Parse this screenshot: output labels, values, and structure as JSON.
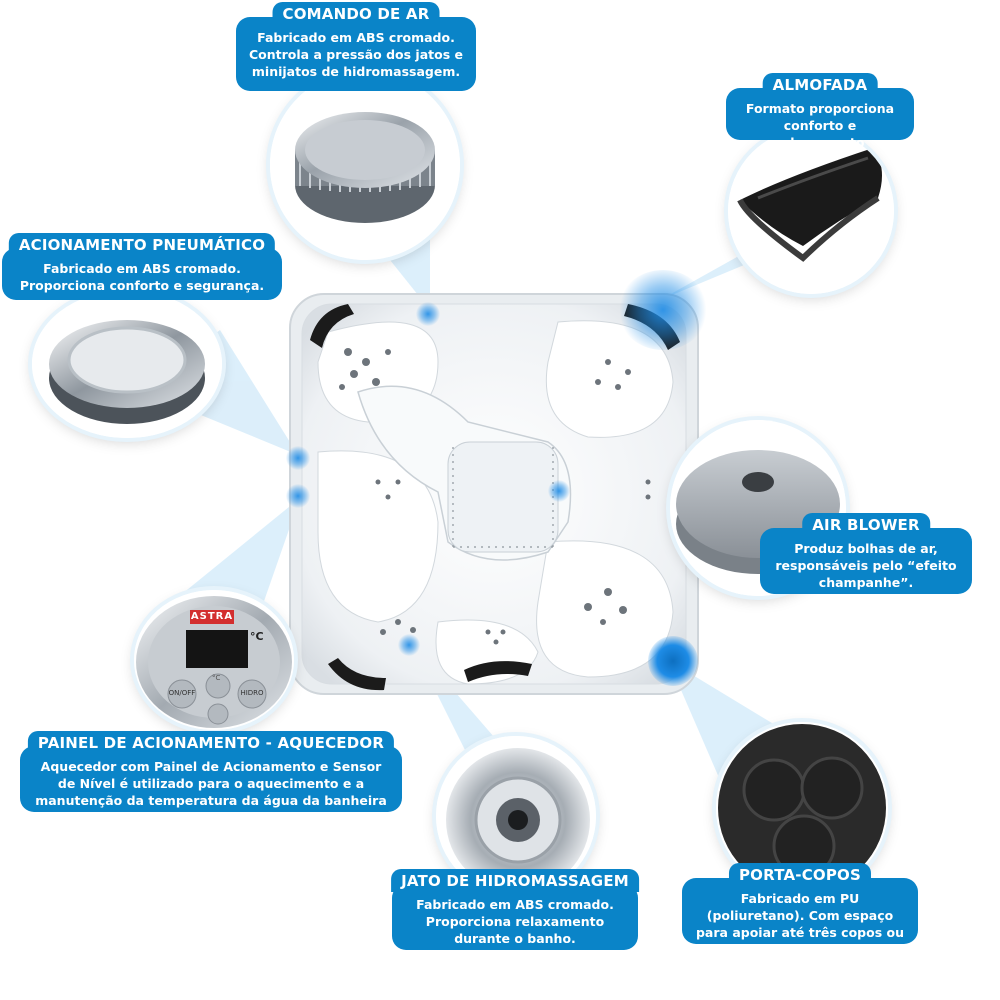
{
  "callouts": {
    "comando_de_ar": {
      "title": "COMANDO DE AR",
      "desc": "Fabricado em ABS cromado. Controla a pressão dos jatos e minijatos de hidromassagem."
    },
    "almofada": {
      "title": "ALMOFADA",
      "desc": "Formato proporciona conforto e relaxamento"
    },
    "acionamento_pneumatico": {
      "title": "ACIONAMENTO PNEUMÁTICO",
      "desc": "Fabricado em ABS cromado. Proporciona conforto e segurança."
    },
    "air_blower": {
      "title": "AIR BLOWER",
      "desc": "Produz bolhas de ar, responsáveis pelo “efeito champanhe”."
    },
    "painel": {
      "title": "PAINEL DE ACIONAMENTO - AQUECEDOR",
      "desc": "Aquecedor com Painel de Acionamento e Sensor de Nível é utilizado para o aquecimento e a manutenção da temperatura da água da banheira ou SPA."
    },
    "jato": {
      "title": "JATO DE HIDROMASSAGEM",
      "desc": "Fabricado em ABS cromado. Proporciona relaxamento durante o banho."
    },
    "porta_copos": {
      "title": "PORTA-COPOS",
      "desc": "Fabricado em PU (poliuretano). Com espaço para apoiar até três copos ou latas."
    }
  },
  "panel": {
    "brand": "ASTRA",
    "temp_unit": "°C",
    "unit_small": "°C",
    "btn_onoff": "ON/OFF",
    "btn_hidro": "HIDRO"
  },
  "colors": {
    "callout_bg": "#0a84c8",
    "beam": "#cfe8f8",
    "glow": "#1e8ce6",
    "tub": "#f4f6f8",
    "pillow": "#1a1a1a"
  }
}
